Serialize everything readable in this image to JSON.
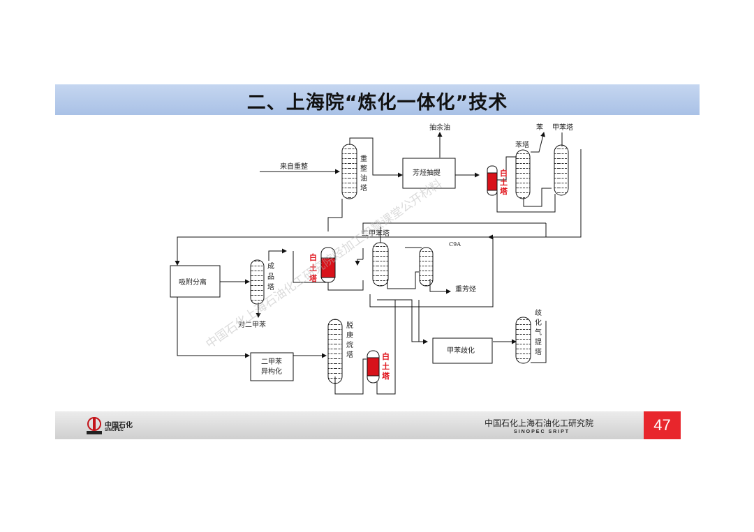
{
  "title": "二、上海院“炼化一体化”技术",
  "labels": {
    "from_reformer": "来自重整",
    "heavy_oil_tower": [
      "重",
      "整",
      "油",
      "塔"
    ],
    "aromatics_extraction": "芳烃抽提",
    "raffinate": "抽余油",
    "benzene": "苯",
    "toluene_tower": "甲苯塔",
    "benzene_tower": "苯塔",
    "clay_tower": [
      "白",
      "土",
      "塔"
    ],
    "xylene_tower": "二甲苯塔",
    "c9a": "C9A",
    "heavy_aromatics": "重芳烃",
    "adsorption_separation": "吸附分离",
    "product_tower": [
      "成",
      "品",
      "塔"
    ],
    "paraxylene": "对二甲苯",
    "deheptanizer": [
      "脱",
      "庚",
      "烷",
      "塔"
    ],
    "xylene_isomerization": [
      "二甲苯",
      "异构化"
    ],
    "toluene_disproportionation": "甲苯歧化",
    "stripper": [
      "歧",
      "化",
      "气",
      "提",
      "塔"
    ]
  },
  "watermark": "中国石化上海石油化工研究院烃加工智慧课堂公开材料",
  "footer": {
    "logo_cn": "中国石化",
    "logo_en": "SINOPEC",
    "institute_name": "中国石化上海石油化工研究院",
    "institute_en": "SINOPEC SRIPT",
    "page_number": "47"
  },
  "colors": {
    "title_bar": "#a9c1e6",
    "clay_red": "#e0121a",
    "page_red": "#e8262c"
  }
}
